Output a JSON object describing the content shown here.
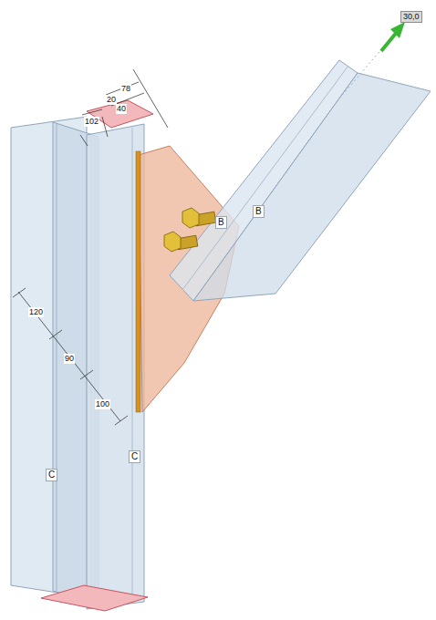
{
  "diagram": {
    "labels": [
      "30,0",
      "78",
      "20",
      "40",
      "102",
      "120",
      "90",
      "100",
      "B",
      "B",
      "C",
      "C"
    ]
  }
}
